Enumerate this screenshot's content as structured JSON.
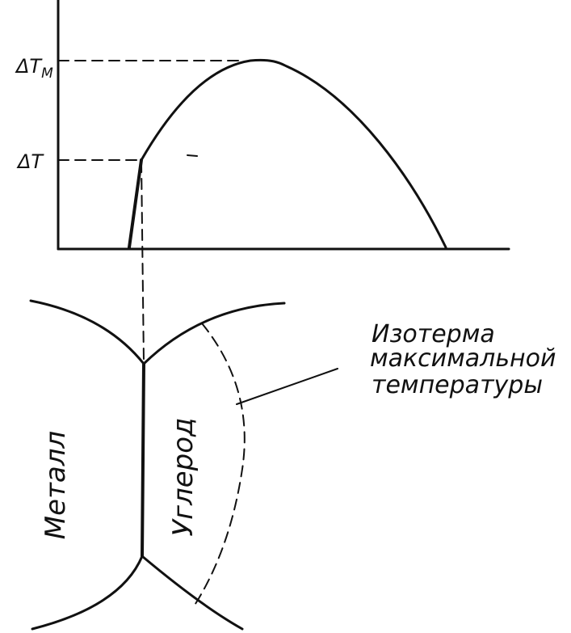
{
  "graph": {
    "label_dtm": "ΔT",
    "label_dtm_sub": "M",
    "label_dt": "ΔT"
  },
  "schematic": {
    "isotherm_caption": [
      "Изотерма",
      "максимальной",
      "температуры"
    ],
    "left_region": "Металл",
    "right_region": "Углерод"
  }
}
